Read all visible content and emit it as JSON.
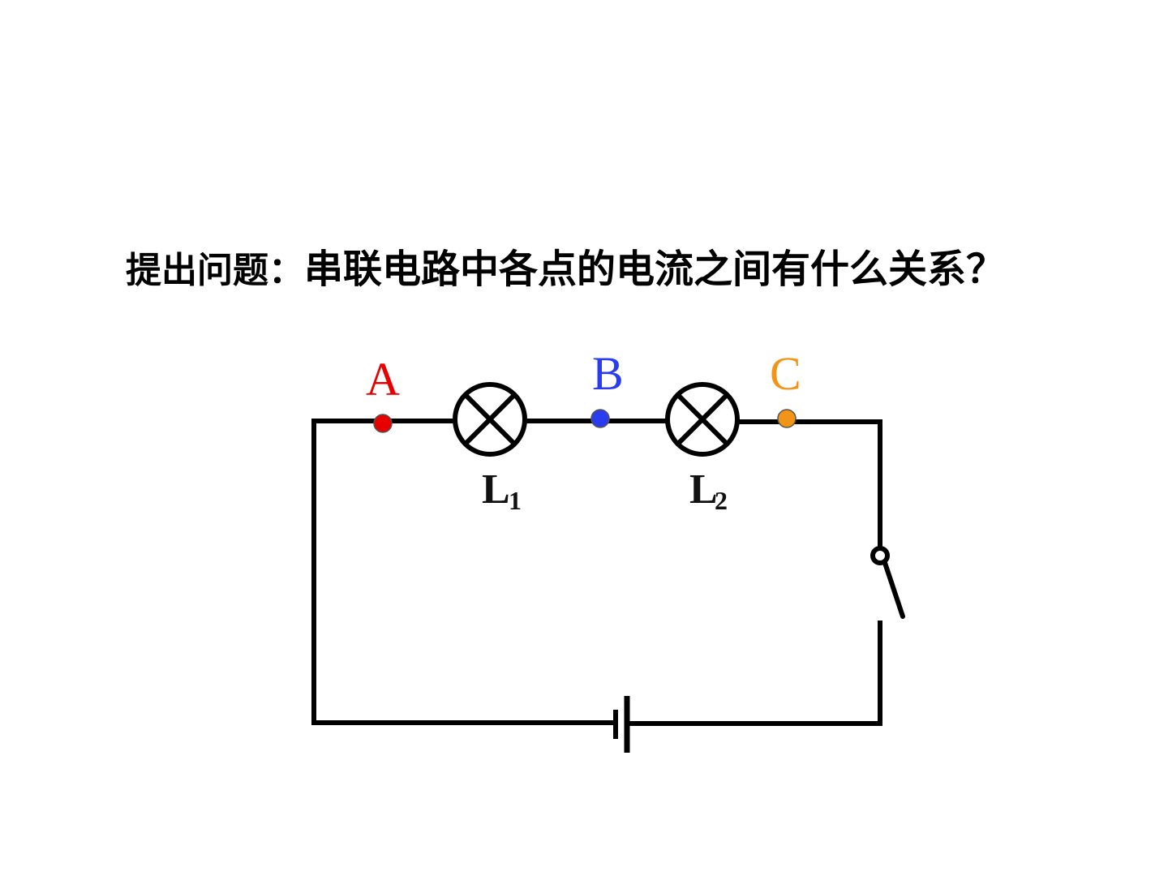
{
  "question": {
    "prefix": "提出问题：",
    "text": "串联电路中各点的电流之间有什么关系？"
  },
  "points": [
    {
      "id": "A",
      "label": "A",
      "color": "#e60000"
    },
    {
      "id": "B",
      "label": "B",
      "color": "#2a3cf0"
    },
    {
      "id": "C",
      "label": "C",
      "color": "#f29418"
    }
  ],
  "lamps": [
    {
      "id": "L1",
      "letter": "L",
      "subscript": "1"
    },
    {
      "id": "L2",
      "letter": "L",
      "subscript": "2"
    }
  ],
  "components": {
    "switch_icon": "switch-open-icon",
    "battery_icon": "battery-cell-icon",
    "lamp_icon": "lamp-cross-icon"
  }
}
